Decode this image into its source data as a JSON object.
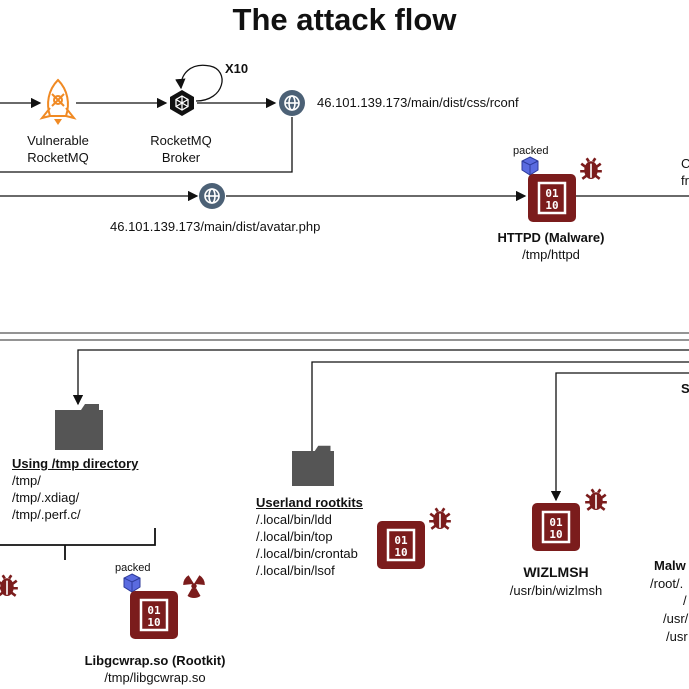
{
  "title": "The attack flow",
  "colors": {
    "malware": "#7b1c1c",
    "globe": "#4c6176",
    "rocket": "#f08a24",
    "folder": "#555555",
    "packed_cube": "#5a6be0"
  },
  "nodes": {
    "vulnerable_rocketmq": {
      "label1": "Vulnerable",
      "label2": "RocketMQ",
      "icon": "rocket-icon"
    },
    "broker": {
      "label1": "RocketMQ",
      "label2": "Broker",
      "loop_label": "X10",
      "icon": "hexagon-icon"
    },
    "url1": {
      "text": "46.101.139.173/main/dist/css/rconf",
      "icon": "globe-icon"
    },
    "url2": {
      "text": "46.101.139.173/main/dist/avatar.php",
      "icon": "globe-icon"
    },
    "httpd": {
      "packed": "packed",
      "name": "HTTPD (Malware)",
      "path": "/tmp/httpd"
    },
    "right_cut_top": {
      "line1": "C",
      "line2": "fr"
    },
    "tmp_dir": {
      "title": "Using /tmp directory",
      "items": [
        "/tmp/",
        "/tmp/.xdiag/",
        "/tmp/.perf.c/"
      ]
    },
    "userland": {
      "title": "Userland rootkits",
      "items": [
        "/.local/bin/ldd",
        "/.local/bin/top",
        "/.local/bin/crontab",
        "/.local/bin/lsof"
      ]
    },
    "libgcwrap": {
      "packed": "packed",
      "name": "Libgcwrap.so (Rootkit)",
      "path": "/tmp/libgcwrap.so"
    },
    "wizlmsh": {
      "name": "WIZLMSH",
      "path": "/usr/bin/wizlmsh"
    },
    "right_cut_bottom": {
      "s": "S",
      "name": "Malw",
      "items": [
        "/root/.",
        "/",
        "/usr/",
        "/usr"
      ]
    }
  }
}
